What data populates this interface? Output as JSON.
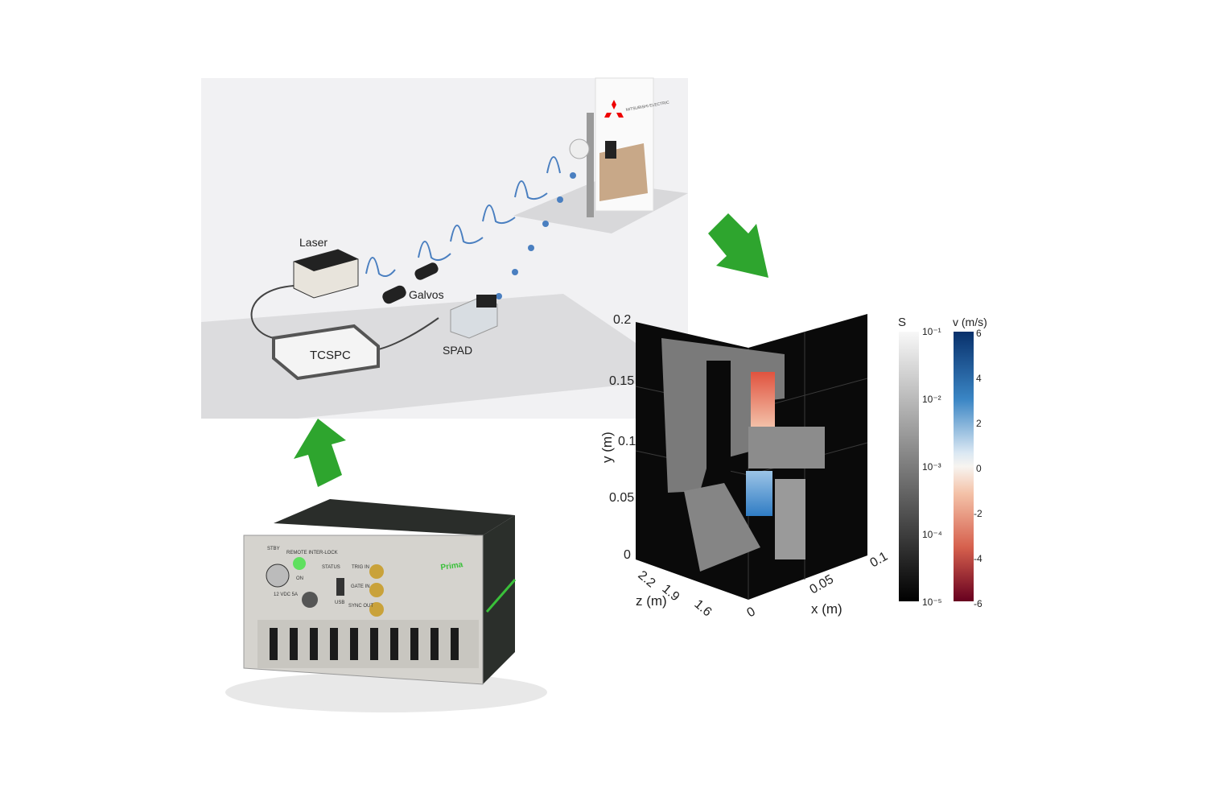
{
  "setup": {
    "labels": {
      "laser": "Laser",
      "galvos": "Galvos",
      "tcspc": "TCSPC",
      "spad": "SPAD"
    },
    "target_logo_text": "MITSUBISHI ELECTRIC"
  },
  "device": {
    "brand": "Prima",
    "port_labels": [
      "STBY",
      "REMOTE INTER-LOCK",
      "ON",
      "STATUS",
      "TRIG IN",
      "GATE IN",
      "SYNC OUT",
      "USB",
      "12 VDC 5A"
    ]
  },
  "plot": {
    "y_axis": {
      "label": "y (m)",
      "ticks": [
        "0.2",
        "0.15",
        "0.1",
        "0.05",
        "0"
      ]
    },
    "z_axis": {
      "label": "z (m)",
      "ticks": [
        "2.2",
        "1.9",
        "1.6"
      ]
    },
    "x_axis": {
      "label": "x (m)",
      "ticks": [
        "0",
        "0.05",
        "0.1"
      ]
    },
    "colorbar_s": {
      "title": "S",
      "ticks": [
        "10⁻¹",
        "10⁻²",
        "10⁻³",
        "10⁻⁴",
        "10⁻⁵"
      ]
    },
    "colorbar_v": {
      "title": "v (m/s)",
      "ticks": [
        "6",
        "4",
        "2",
        "0",
        "-2",
        "-4",
        "-6"
      ]
    }
  },
  "colors": {
    "arrow": "#2ea52e",
    "beam": "#4a7fc0",
    "positive_v": "#1f5fa8",
    "negative_v": "#c0392b"
  }
}
